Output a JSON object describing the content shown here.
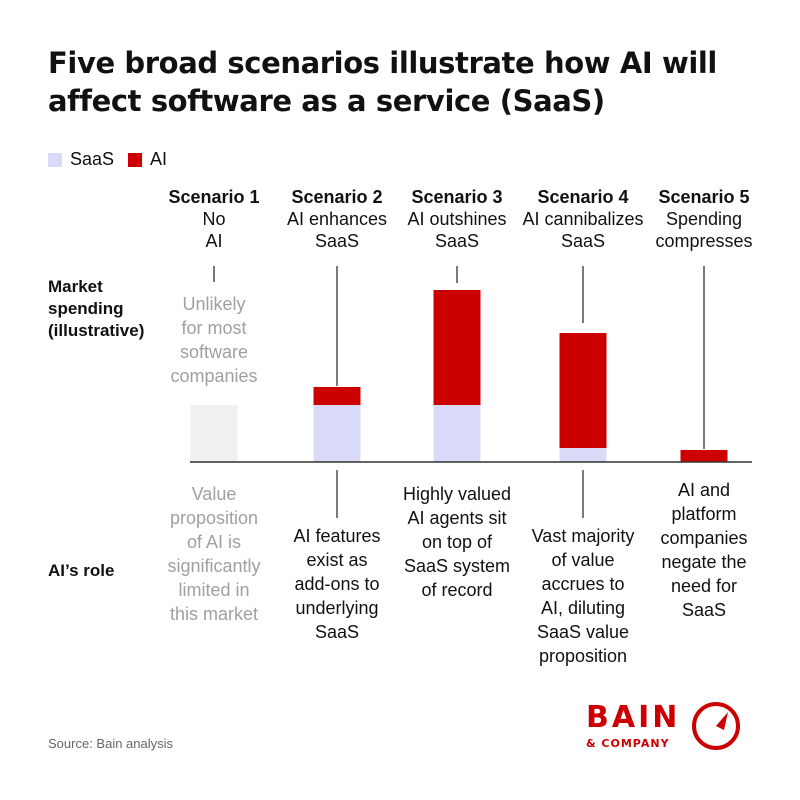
{
  "title": "Five broad scenarios illustrate how AI will affect software as a service (SaaS)",
  "legend": [
    {
      "label": "SaaS",
      "color": "#d9d9f8"
    },
    {
      "label": "AI",
      "color": "#cc0000"
    }
  ],
  "row_labels": {
    "market": "Market spending (illustrative)",
    "role": "AI’s role"
  },
  "colors": {
    "saas": "#d9d9f8",
    "ai": "#cc0000",
    "unlikely": "#f1f0f0",
    "axis": "#333333",
    "muted": "#a0a0a0"
  },
  "chart_data": {
    "type": "bar",
    "stacked": true,
    "categories": [
      "Scenario 1",
      "Scenario 2",
      "Scenario 3",
      "Scenario 4",
      "Scenario 5"
    ],
    "scenario_descriptions": [
      "No AI",
      "AI enhances SaaS",
      "AI outshines SaaS",
      "AI cannibalizes SaaS",
      "Spending compresses"
    ],
    "series": [
      {
        "name": "SaaS",
        "values": [
          null,
          57,
          57,
          14,
          0
        ]
      },
      {
        "name": "AI",
        "values": [
          null,
          18,
          115,
          115,
          12
        ]
      }
    ],
    "scenario1_placeholder_value": 57,
    "ylabel": "Market spending (illustrative)",
    "ylim": [
      0,
      180
    ],
    "grid": false,
    "legend_position": "top-left"
  },
  "scenarios": [
    {
      "name": "Scenario 1",
      "desc": "No\nAI",
      "market_note": "Unlikely\nfor most\nsoftware\ncompanies",
      "role": "Value\nproposition\nof AI is\nsignificantly\nlimited in\nthis market"
    },
    {
      "name": "Scenario 2",
      "desc": "AI enhances\nSaaS",
      "role": "AI features\nexist as\nadd-ons to\nunderlying\nSaaS"
    },
    {
      "name": "Scenario 3",
      "desc": "AI outshines\nSaaS",
      "role": "Highly valued\nAI agents sit\non top of\nSaaS system\nof record"
    },
    {
      "name": "Scenario 4",
      "desc": "AI cannibalizes\nSaaS",
      "role": "Vast majority\nof value\naccrues to\nAI, diluting\nSaaS value\nproposition"
    },
    {
      "name": "Scenario 5",
      "desc": "Spending\ncompresses",
      "role": "AI and\nplatform\ncompanies\nnegate the\nneed for\nSaaS"
    }
  ],
  "source": "Source: Bain analysis",
  "logo": {
    "name": "BAIN",
    "sub": "& COMPANY"
  }
}
